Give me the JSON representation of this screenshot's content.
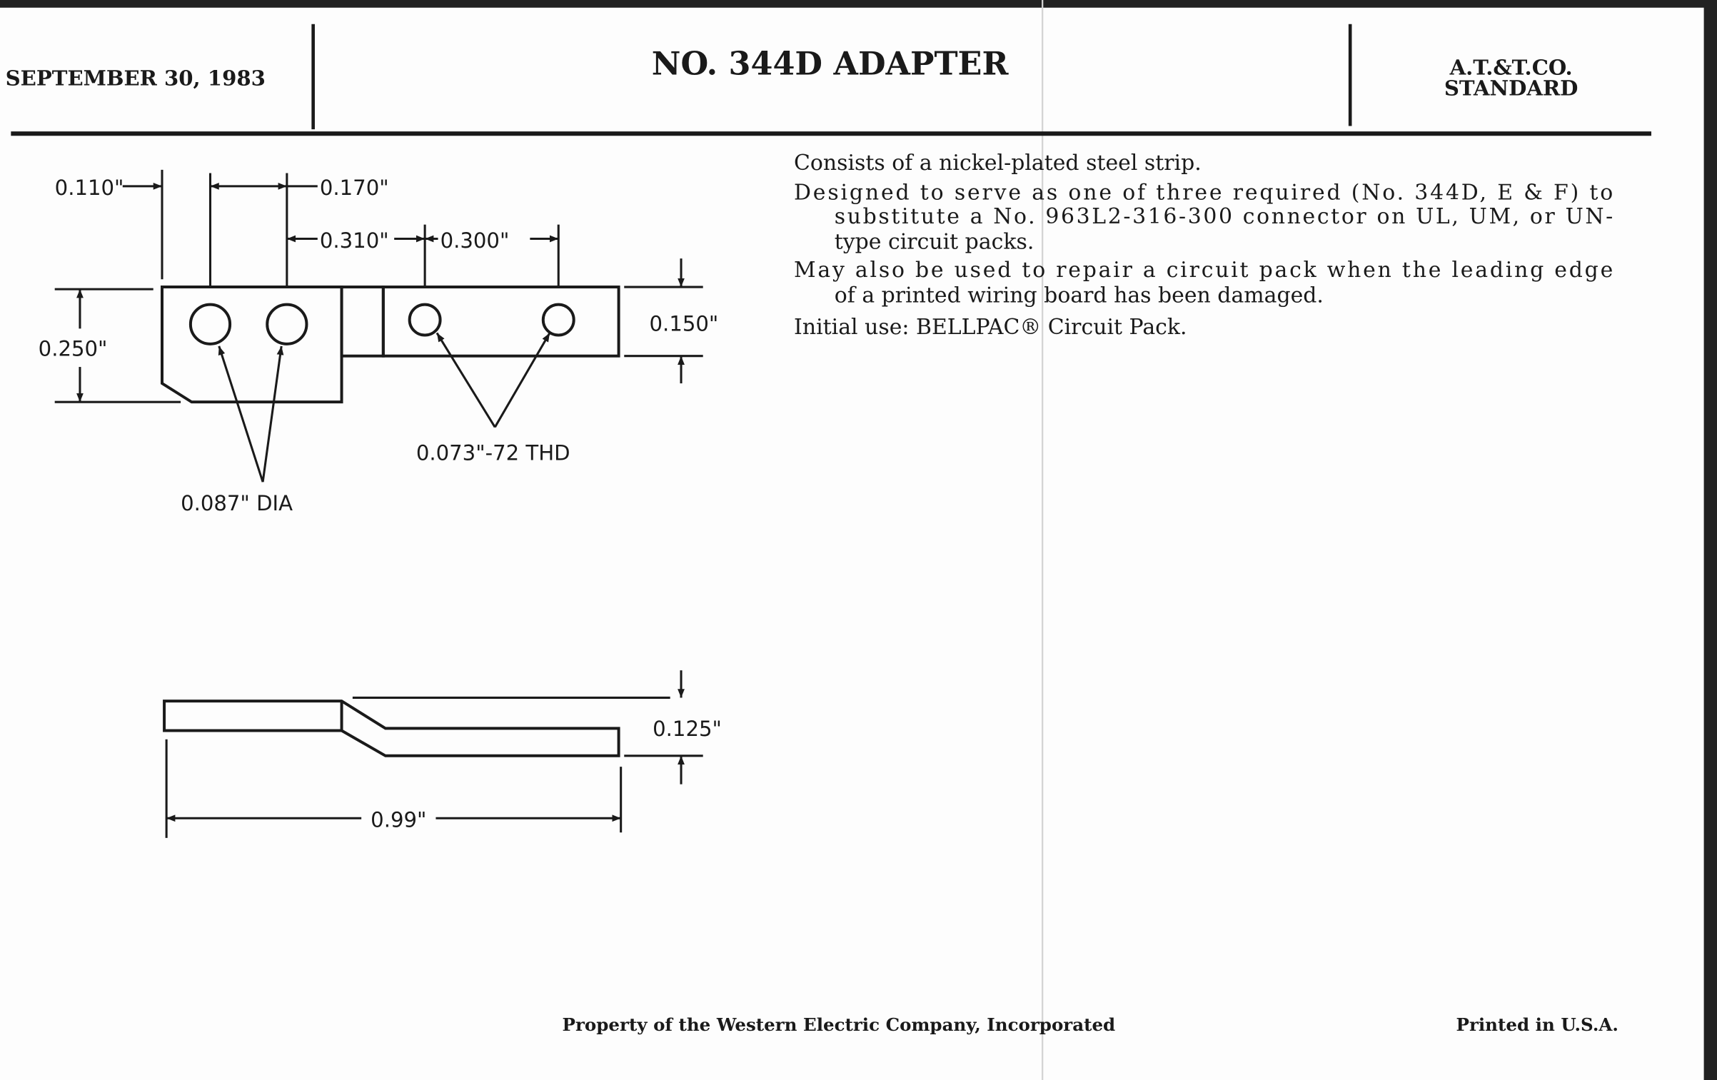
{
  "header": {
    "date": "SEPTEMBER 30, 1983",
    "title": "NO. 344D ADAPTER",
    "standard_line1": "A.T.&T.CO.",
    "standard_line2": "STANDARD"
  },
  "description": {
    "p1": "Consists of a nickel-plated steel strip.",
    "p2_l1": "Designed to serve as one of three required (No. 344D, E & F) to",
    "p2_l2": "substitute a No. 963L2-316-300 connector on UL, UM, or UN-",
    "p2_l3": "type circuit packs.",
    "p3_l1": "May also be used to repair a circuit pack when the leading edge",
    "p3_l2": "of a printed wiring board has been damaged.",
    "p4": "Initial use: BELLPAC® Circuit Pack."
  },
  "drawing": {
    "dim_hole_offset": "0.110\"",
    "dim_hole_spacing": "0.170\"",
    "dim_section_offset": "0.310\"",
    "dim_thread_spacing": "0.300\"",
    "dim_height": "0.250\"",
    "dim_right_height": "0.150\"",
    "hole_spec": "0.087\" DIA",
    "thread_spec": "0.073\"-72 THD",
    "dim_offset_height": "0.125\"",
    "dim_length": "0.99\""
  },
  "footer": {
    "property": "Property of the Western Electric Company, Incorporated",
    "printed": "Printed in U.S.A."
  }
}
